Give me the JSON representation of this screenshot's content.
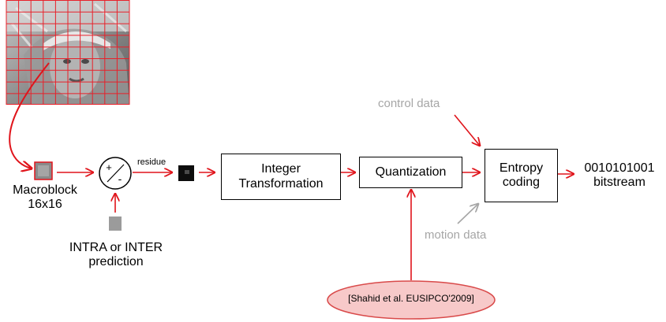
{
  "diagram": {
    "nodes": {
      "macroblock": "Macroblock\n16x16",
      "prediction": "INTRA or INTER\nprediction",
      "integer_transformation": "Integer\nTransformation",
      "quantization": "Quantization",
      "entropy_coding": "Entropy\ncoding",
      "output": "0010101001\nbitstream",
      "citation": "[Shahid et al. EUSIPCO'2009]"
    },
    "labels": {
      "residue": "residue",
      "control_data": "control data",
      "motion_data": "motion data"
    },
    "colors": {
      "arrow_red": "#e0141b",
      "grid_red": "#e8212a",
      "gray_text": "#a6a6a6",
      "ellipse_fill": "#f7c9c9",
      "ellipse_stroke": "#d94a4a"
    }
  }
}
